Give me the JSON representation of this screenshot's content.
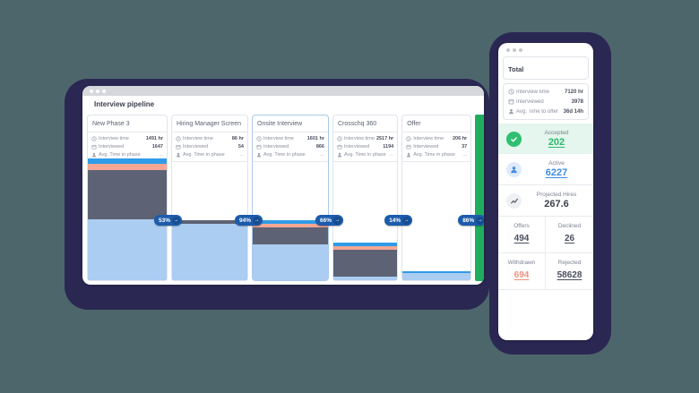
{
  "colors": {
    "background": "#4d666c",
    "frame_navy": "#2a2853",
    "window_bg": "#ffffff",
    "titlebar_gray": "#d6d7dc",
    "badge_blue": "#1d5cab",
    "lightblue": "#abcdf1",
    "blue": "#2f9ce8",
    "salmon": "#f5a793",
    "dark": "#5d6375",
    "green": "#21ad5e",
    "accepted_green": "#2fbf71",
    "active_blue": "#3f8ce0",
    "withdrawn_salmon": "#f0917e"
  },
  "window": {
    "title": "Interview pipeline"
  },
  "labels": {
    "interview_time": "Interview time",
    "interviewed": "Interviewed",
    "avg_time_in_phase": "Avg. Time in phase",
    "avg_time_to_offer": "Avg. Time to offer",
    "ellipsis": "..."
  },
  "pipeline": {
    "columns": [
      {
        "name": "New Phase 3",
        "interview_time": "1491 hr",
        "interviewed": "1647",
        "avg_time": "...",
        "conversion": "53%"
      },
      {
        "name": "Hiring Manager Screen",
        "interview_time": "86 hr",
        "interviewed": "54",
        "avg_time": "...",
        "conversion": "94%"
      },
      {
        "name": "Onsite Interview",
        "interview_time": "1601 hr",
        "interviewed": "866",
        "avg_time": "...",
        "conversion": "66%"
      },
      {
        "name": "Crosschq 360",
        "interview_time": "2517 hr",
        "interviewed": "1194",
        "avg_time": "...",
        "conversion": "14%"
      },
      {
        "name": "Offer",
        "interview_time": "206 hr",
        "interviewed": "37",
        "avg_time": "...",
        "conversion": "86%"
      }
    ]
  },
  "chart_data": {
    "type": "funnel",
    "title": "Interview pipeline",
    "stages": [
      "New Phase 3",
      "Hiring Manager Screen",
      "Onsite Interview",
      "Crosschq 360",
      "Offer"
    ],
    "conversion_rates_pct": [
      53,
      94,
      66,
      14,
      86
    ],
    "interview_time_hr": [
      1491,
      86,
      1601,
      2517,
      206
    ],
    "interviewed": [
      1647,
      54,
      866,
      1194,
      37
    ],
    "columns": [
      {
        "segments": [
          {
            "c": "blue",
            "h": 6
          },
          {
            "c": "salmon",
            "h": 7
          },
          {
            "c": "dark",
            "h": 55
          },
          {
            "c": "lightblue",
            "h": 68
          }
        ]
      },
      {
        "segments": [
          {
            "c": "lightblue",
            "h": 65
          }
        ],
        "connector_from_left": true
      },
      {
        "segments": [
          {
            "c": "blue",
            "h": 4
          },
          {
            "c": "salmon",
            "h": 4
          },
          {
            "c": "dark",
            "h": 19
          },
          {
            "c": "lightblue",
            "h": 40
          }
        ]
      },
      {
        "segments": [
          {
            "c": "blue",
            "h": 4
          },
          {
            "c": "salmon",
            "h": 4
          },
          {
            "c": "dark",
            "h": 30
          },
          {
            "c": "lightblue",
            "h": 4
          }
        ]
      },
      {
        "segments": [
          {
            "c": "blue",
            "h": 2
          },
          {
            "c": "lightblue",
            "h": 8
          }
        ]
      }
    ],
    "final_bar": {
      "color": "green",
      "full_height": true
    }
  },
  "panel": {
    "total": {
      "title": "Total",
      "interview_time": "7120 hr",
      "interviewed": "3978",
      "avg_time_to_offer": "36d 14h"
    },
    "accepted": {
      "label": "Accepted",
      "value": "202"
    },
    "active": {
      "label": "Active",
      "value": "6227"
    },
    "projected": {
      "label": "Projected Hires",
      "value": "267.6"
    },
    "grid": [
      {
        "label": "Offers",
        "value": "494"
      },
      {
        "label": "Declined",
        "value": "26"
      },
      {
        "label": "Withdrawn",
        "value": "694"
      },
      {
        "label": "Rejected",
        "value": "58628"
      }
    ]
  }
}
